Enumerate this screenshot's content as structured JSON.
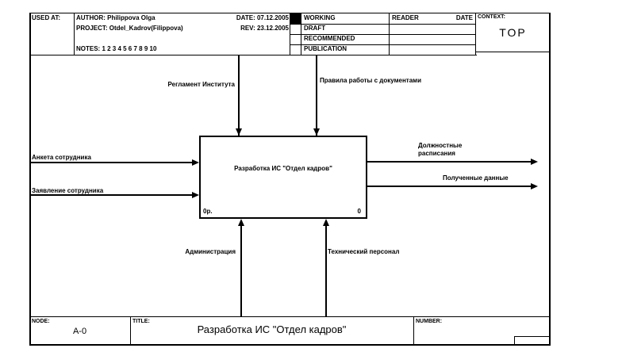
{
  "header": {
    "used_at_label": "USED AT:",
    "author": "AUTHOR: Philippova Olga",
    "project": "PROJECT: Otdel_Kadrov(Filippova)",
    "date": "DATE: 07.12.2005",
    "rev": "REV:  23.12.2005",
    "notes": "NOTES: 1  2  3  4  5  6  7  8  9  10",
    "status_rows": [
      "WORKING",
      "DRAFT",
      "RECOMMENDED",
      "PUBLICATION"
    ],
    "status_checked": "WORKING",
    "reader_label": "READER",
    "reader_date_label": "DATE",
    "context_label": "CONTEXT:",
    "context_value": "TOP"
  },
  "diagram": {
    "activity": {
      "name": "Разработка ИС \"Отдел кадров\"",
      "cost": "0р.",
      "node_number": "0"
    },
    "controls": [
      "Регламент Института",
      "Правила работы с документами"
    ],
    "inputs": [
      "Анкета сотрудника",
      "Заявление сотрудника"
    ],
    "outputs": [
      "Должностные расписания",
      "Полученные данные"
    ],
    "mechanisms": [
      "Администрация",
      "Технический персонал"
    ]
  },
  "footer": {
    "node_label": "NODE:",
    "node_value": "A-0",
    "title_label": "TITLE:",
    "title_value": "Разработка ИС \"Отдел кадров\"",
    "number_label": "NUMBER:"
  },
  "colors": {
    "ink": "#000000",
    "paper": "#ffffff"
  }
}
